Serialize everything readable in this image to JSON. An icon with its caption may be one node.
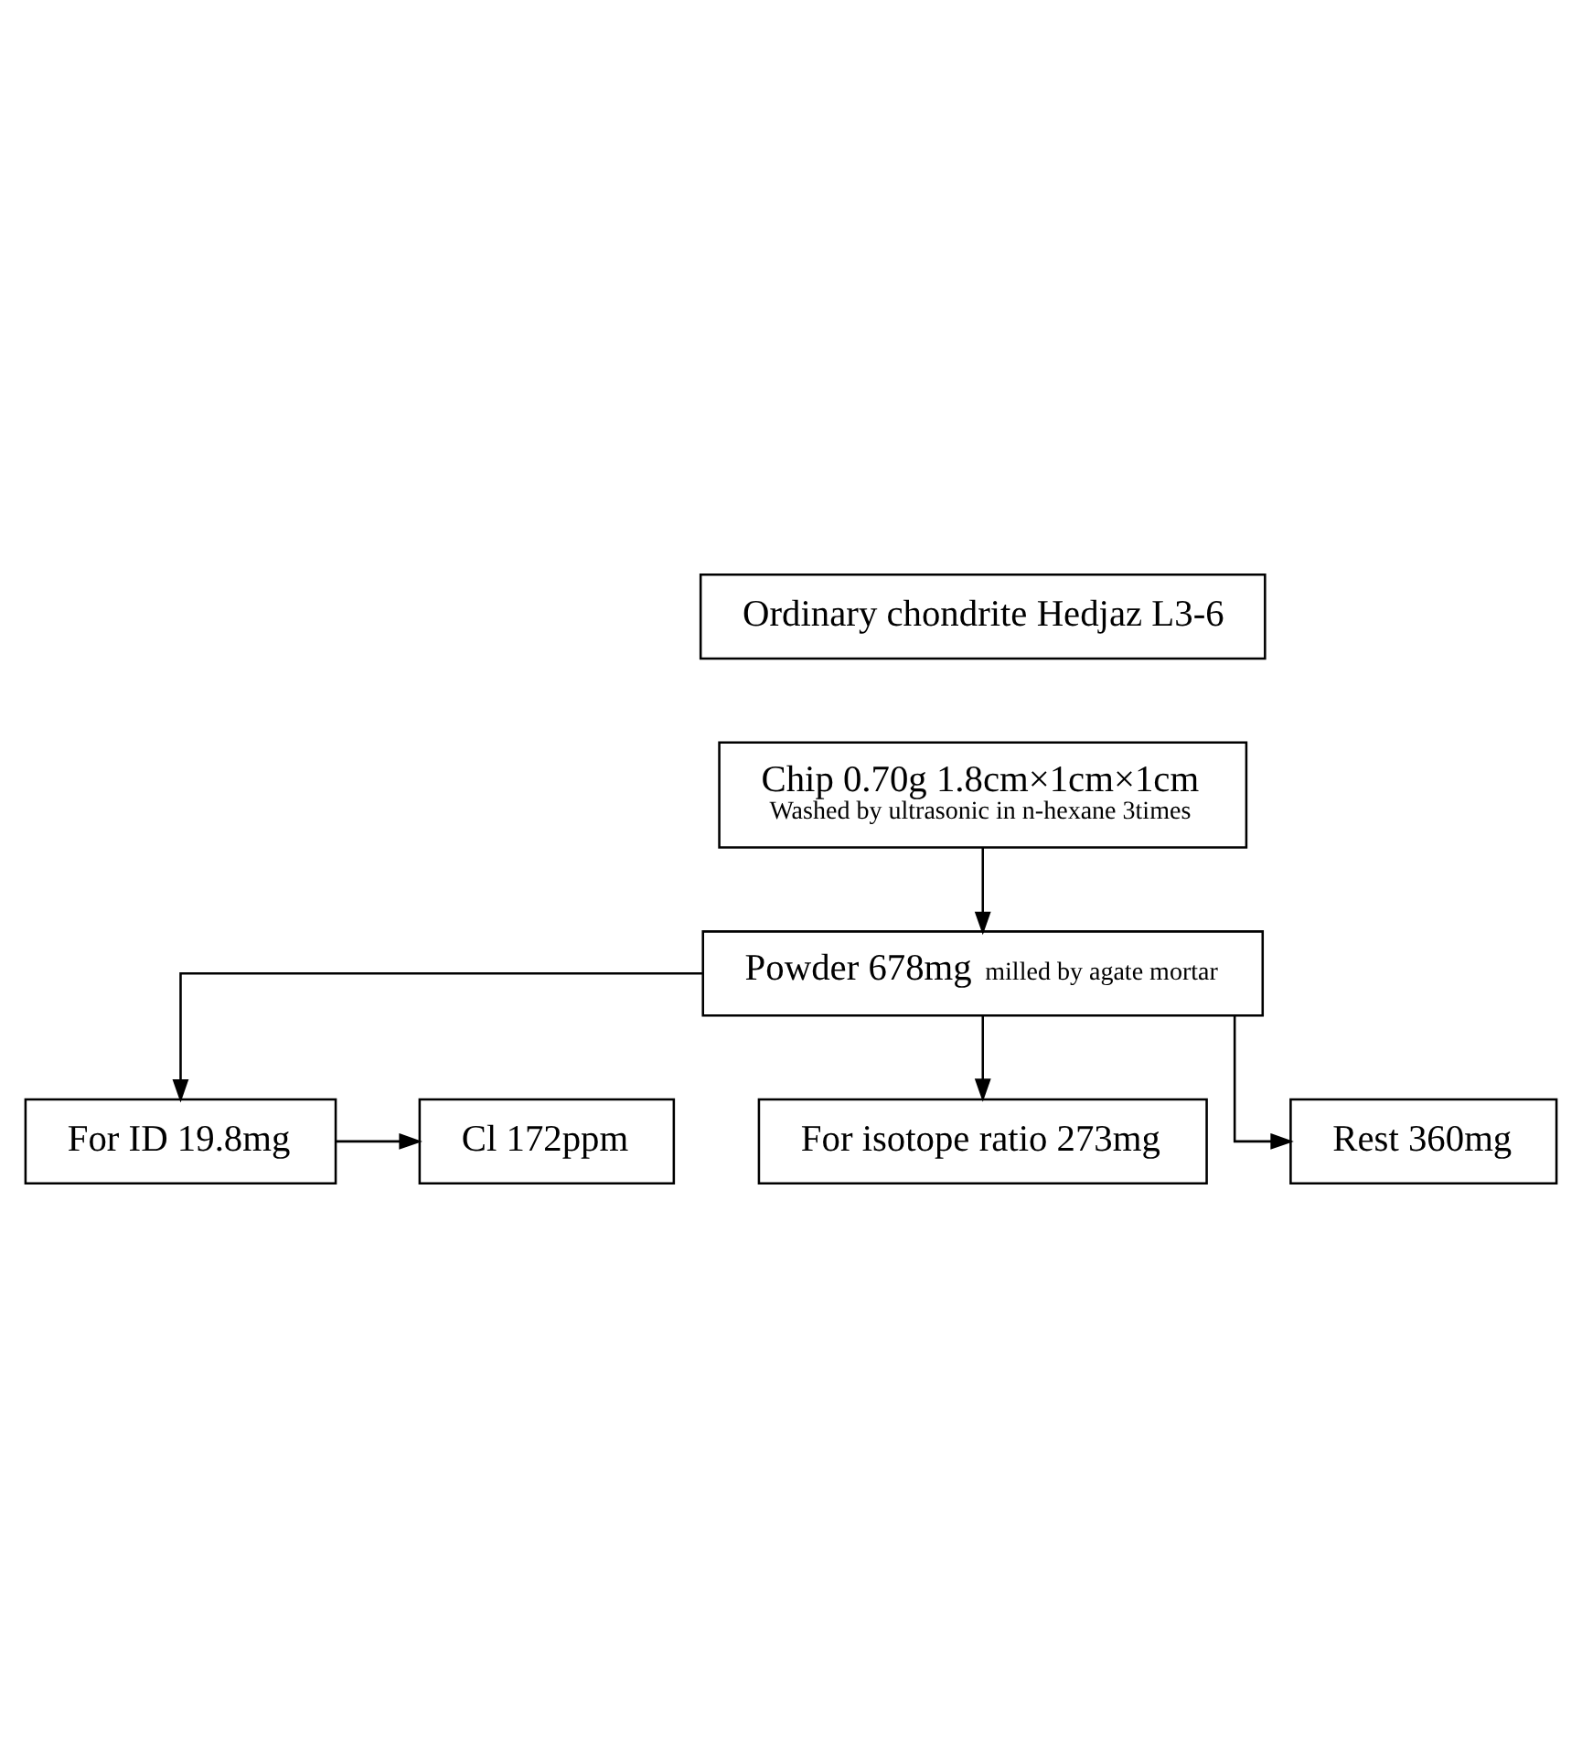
{
  "diagram": {
    "nodes": [
      {
        "text": [
          "Ordinary chondrite Hedjaz L3-6"
        ]
      },
      {
        "text": [
          "Chip 0.70g 1.8cm×1cm×1cm",
          "Washed by ultrasonic in n-hexane 3times"
        ]
      },
      {
        "text": [
          "Powder 678mg",
          "milled by agate mortar"
        ]
      },
      {
        "text": [
          "For ID 19.8mg"
        ]
      },
      {
        "text": [
          "Cl 172ppm"
        ]
      },
      {
        "text": [
          "For isotope ratio 273mg"
        ]
      },
      {
        "text": [
          "Rest 360mg"
        ]
      }
    ],
    "edges": [
      {
        "from": 1,
        "to": 2,
        "arrow": "to"
      },
      {
        "from": 2,
        "to": 3,
        "arrow": "to"
      },
      {
        "from": 3,
        "to": 4,
        "arrow": "to"
      },
      {
        "from": 2,
        "to": 5,
        "arrow": "to"
      },
      {
        "from": 2,
        "to": 6,
        "arrow": "to"
      }
    ]
  }
}
